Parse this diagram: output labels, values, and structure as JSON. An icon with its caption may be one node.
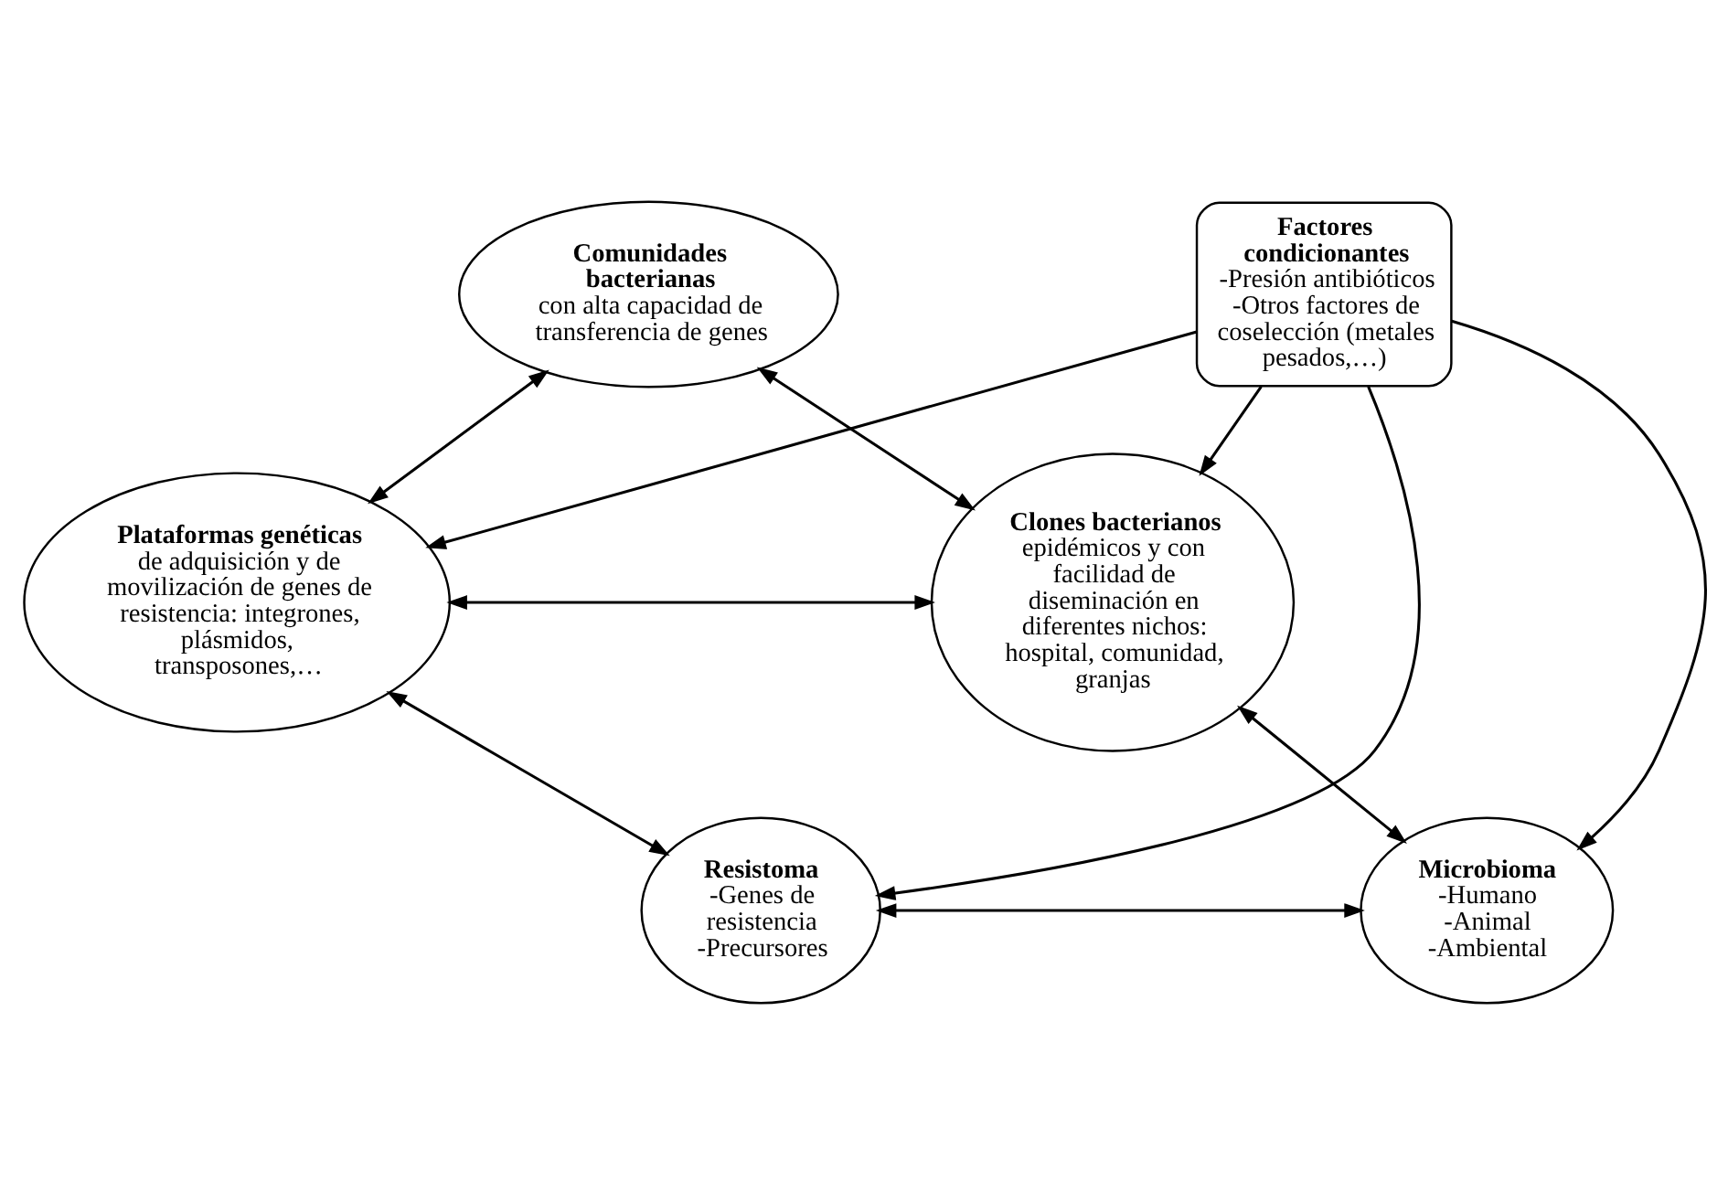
{
  "diagram": {
    "nodes": [
      {
        "text": [
          "Comunidades bacterianas",
          "con alta capacidad de transferencia de genes"
        ]
      },
      {
        "text": [
          "Plataformas genéticas",
          "de adquisición y de movilización de genes de resistencia: integrones, plásmidos, transposones,…"
        ]
      },
      {
        "text": [
          "Clones bacterianos",
          "epidémicos y con facilidad de diseminación en diferentes nichos: hospital, comunidad, granjas"
        ]
      },
      {
        "text": [
          "Factores condicionantes",
          "-Presión antibióticos",
          "-Otros factores de coselección (metales pesados,…)"
        ]
      },
      {
        "text": [
          "Resistoma",
          "-Genes de resistencia",
          "-Precursores"
        ]
      },
      {
        "text": [
          "Microbioma",
          "-Humano",
          "-Animal",
          "-Ambiental"
        ]
      }
    ],
    "edges": [
      {
        "from": 0,
        "to": 1,
        "arrow": "both"
      },
      {
        "from": 0,
        "to": 2,
        "arrow": "both"
      },
      {
        "from": 1,
        "to": 2,
        "arrow": "both"
      },
      {
        "from": 1,
        "to": 4,
        "arrow": "both"
      },
      {
        "from": 2,
        "to": 5,
        "arrow": "both"
      },
      {
        "from": 4,
        "to": 5,
        "arrow": "both"
      },
      {
        "from": 3,
        "to": 1,
        "arrow": "to"
      },
      {
        "from": 3,
        "to": 2,
        "arrow": "to"
      },
      {
        "from": 3,
        "to": 4,
        "arrow": "to"
      },
      {
        "from": 3,
        "to": 5,
        "arrow": "to"
      }
    ]
  }
}
